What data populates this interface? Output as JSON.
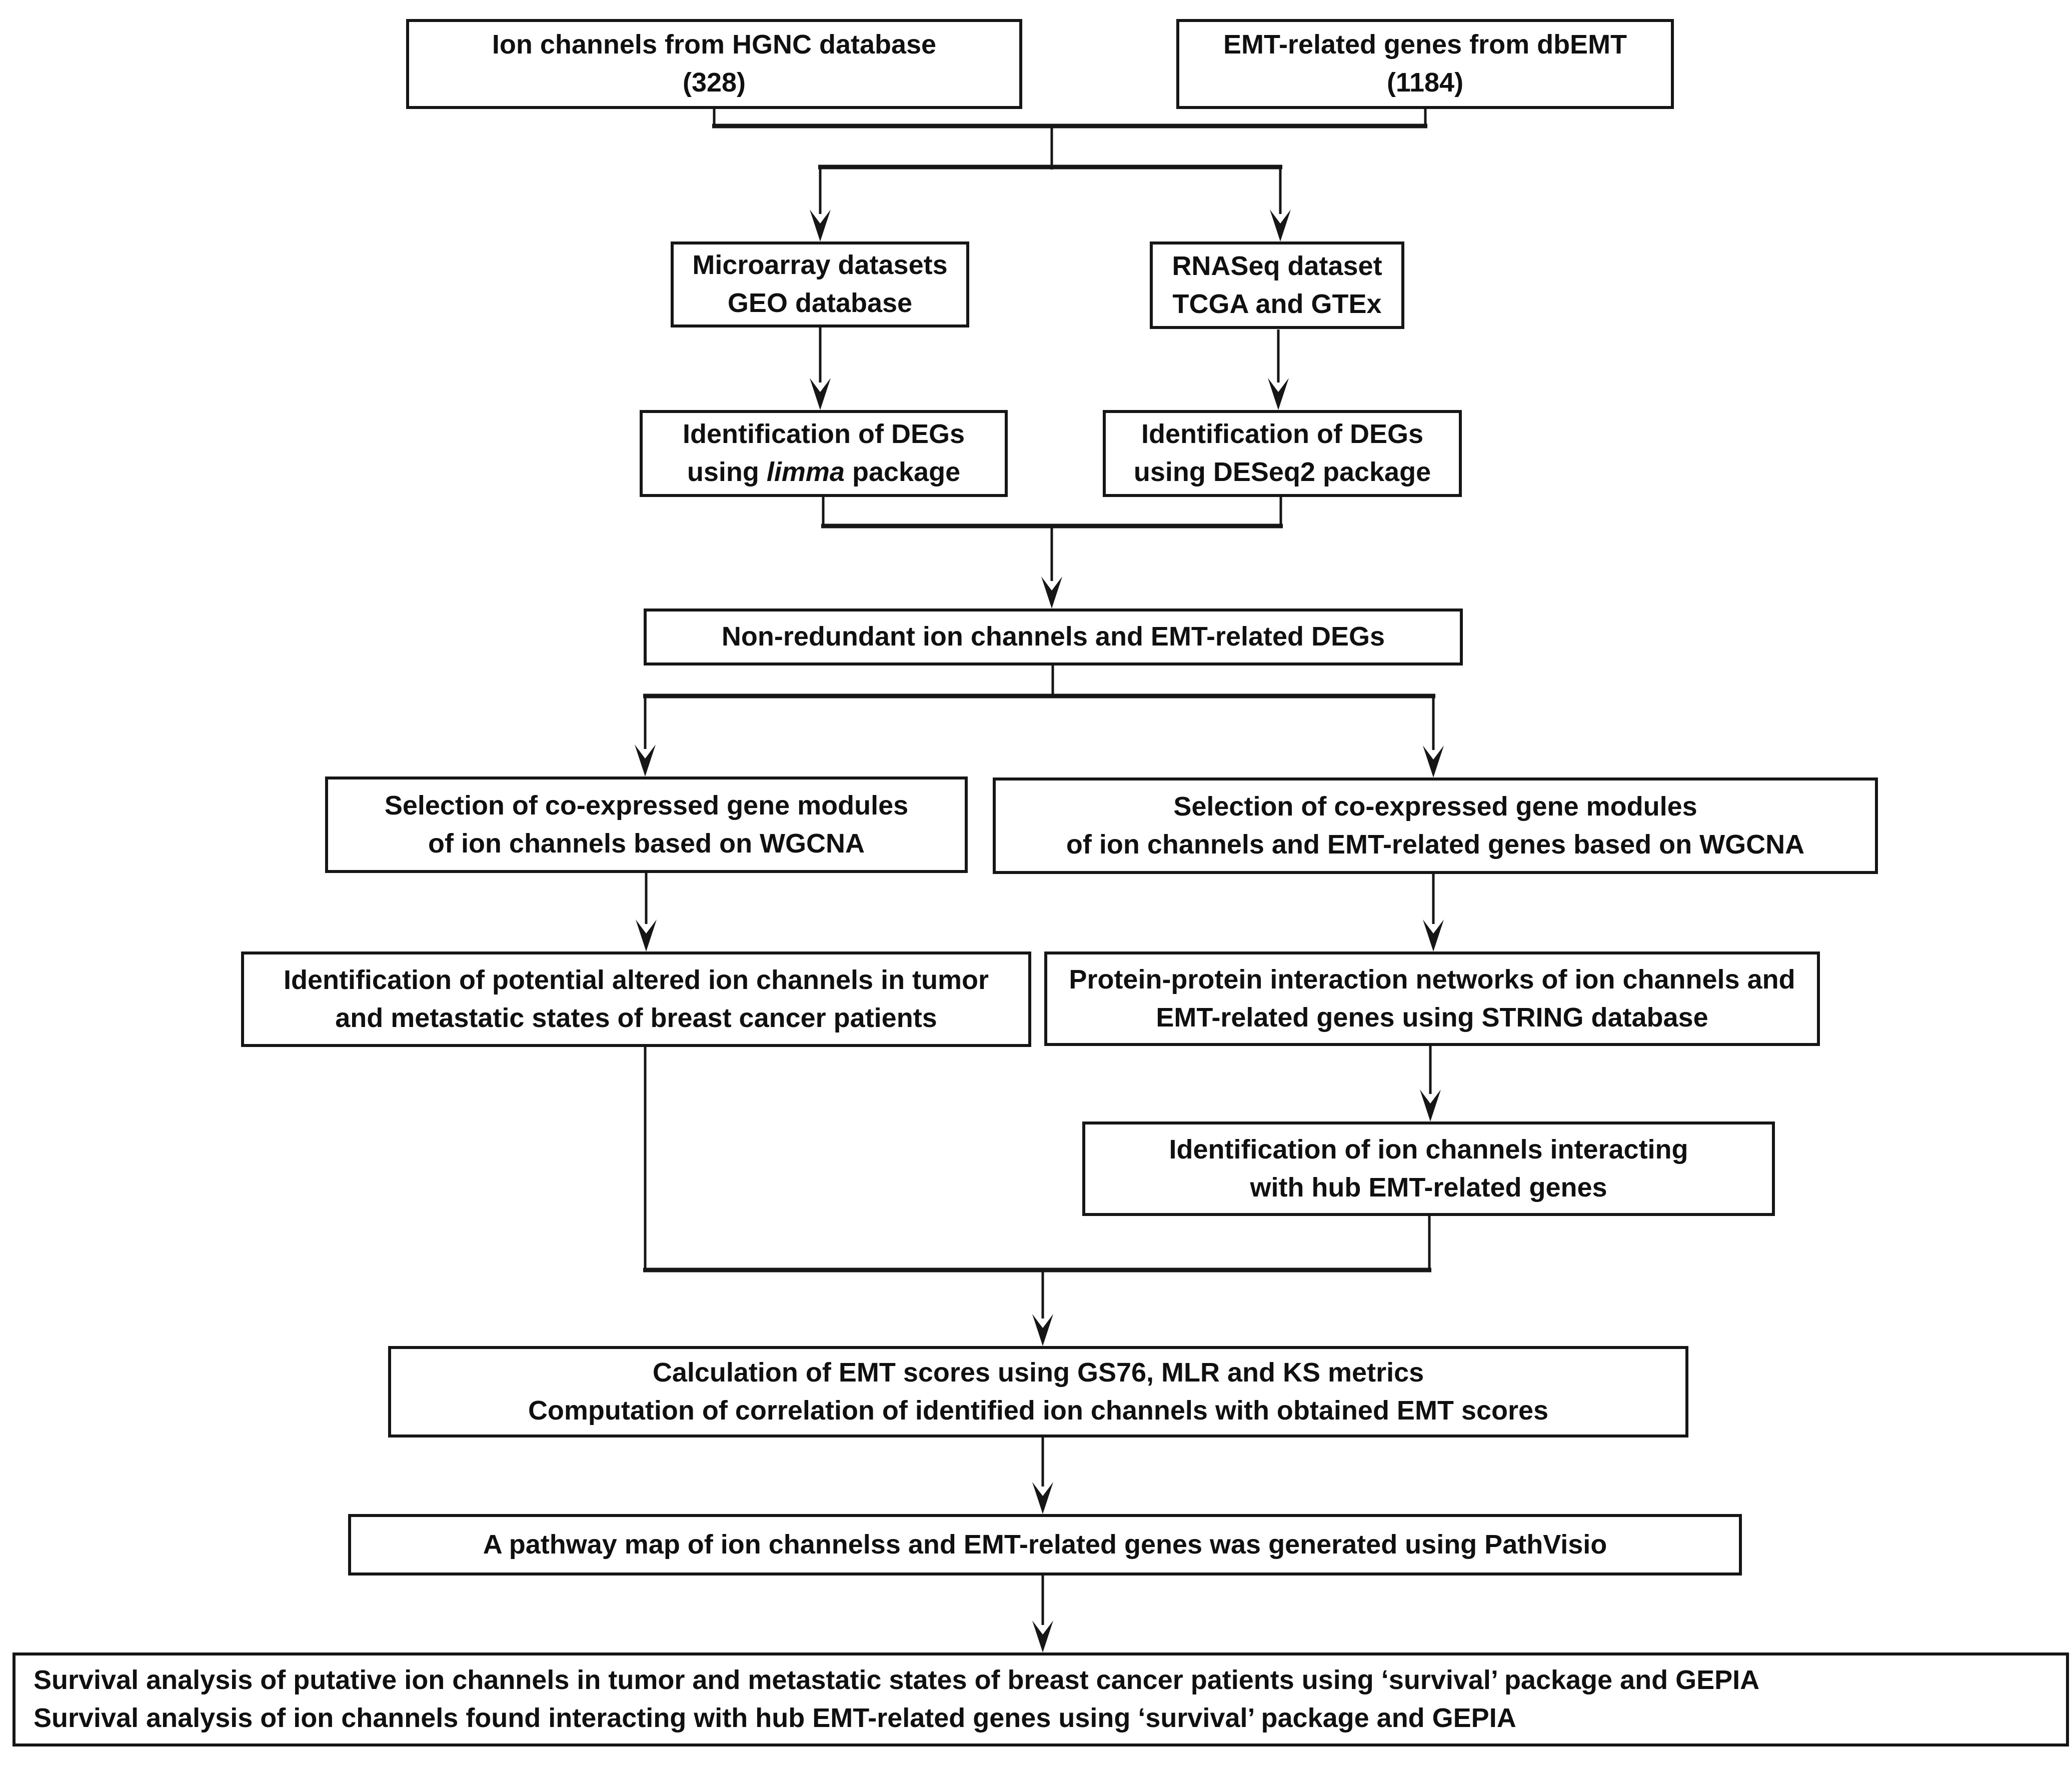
{
  "colors": {
    "line": "#161616",
    "background": "#ffffff",
    "text": "#101010"
  },
  "nodes": {
    "hgnc": {
      "line1": "Ion channels from HGNC database",
      "line2": "(328)"
    },
    "dbemt": {
      "line1": "EMT-related genes from dbEMT",
      "line2": "(1184)"
    },
    "microarray": {
      "line1": "Microarray datasets",
      "line2": "GEO database"
    },
    "rnaseq": {
      "line1": "RNASeq dataset",
      "line2": "TCGA and GTEx"
    },
    "degs_limma": {
      "line1": "Identification of DEGs",
      "line2_pre": "using ",
      "line2_italic": "limma",
      "line2_post": " package"
    },
    "degs_deseq2": {
      "line1": "Identification of DEGs",
      "line2": "using DESeq2 package"
    },
    "nonredundant": {
      "line1": "Non-redundant ion channels and EMT-related DEGs"
    },
    "wgcna_ion": {
      "line1": "Selection of co-expressed gene modules",
      "line2": "of ion channels based on WGCNA"
    },
    "wgcna_emt": {
      "line1": "Selection of co-expressed gene modules",
      "line2": "of ion channels and EMT-related genes based on WGCNA"
    },
    "altered": {
      "line1": "Identification of potential altered ion channels in tumor",
      "line2": "and metastatic states of breast cancer patients"
    },
    "ppi": {
      "line1": "Protein-protein interaction networks of ion channels and",
      "line2": "EMT-related genes using STRING database"
    },
    "hub": {
      "line1": "Identification of ion channels interacting",
      "line2": "with hub EMT-related genes"
    },
    "emt_scores": {
      "line1": "Calculation of EMT scores using GS76, MLR and KS metrics",
      "line2": "Computation of correlation of identified ion channels with obtained EMT scores"
    },
    "pathway": {
      "line1": "A pathway map of ion channelss and EMT-related genes was generated using PathVisio"
    },
    "survival": {
      "line1": "Survival analysis of putative ion channels in tumor and metastatic states of breast cancer patients using ‘survival’ package and GEPIA",
      "line2": "Survival analysis of ion channels found interacting with hub EMT-related genes using ‘survival’ package and GEPIA"
    }
  }
}
